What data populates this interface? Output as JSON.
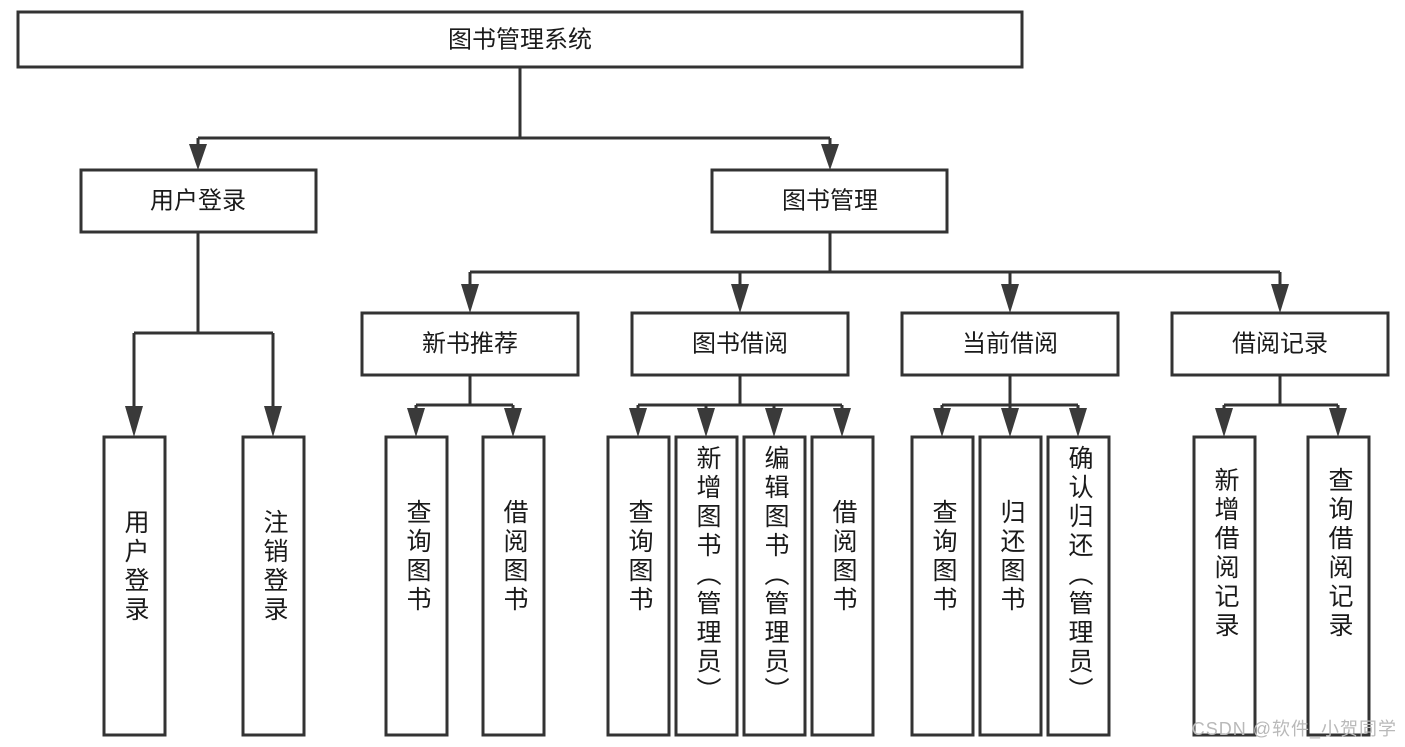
{
  "diagram": {
    "type": "tree",
    "title": "图书管理系统",
    "watermark": "CSDN @软件_小贺同学",
    "colors": {
      "box_stroke": "#333333",
      "box_fill": "#ffffff",
      "line": "#333333",
      "text": "#1a1a1a",
      "watermark": "#b9b9b9"
    },
    "levels": {
      "root": {
        "label": "图书管理系统"
      },
      "level2": [
        {
          "label": "用户登录"
        },
        {
          "label": "图书管理"
        }
      ],
      "level3": [
        {
          "label": "新书推荐"
        },
        {
          "label": "图书借阅"
        },
        {
          "label": "当前借阅"
        },
        {
          "label": "借阅记录"
        }
      ]
    },
    "leaves": {
      "user_login": [
        {
          "label": "用户登录"
        },
        {
          "label": "注销登录"
        }
      ],
      "new_book": [
        {
          "label": "查询图书"
        },
        {
          "label": "借阅图书"
        }
      ],
      "book_borrow": [
        {
          "label": "查询图书"
        },
        {
          "label": "新增图书（管理员）"
        },
        {
          "label": "编辑图书（管理员）"
        },
        {
          "label": "借阅图书"
        }
      ],
      "current_borrow": [
        {
          "label": "查询图书"
        },
        {
          "label": "归还图书"
        },
        {
          "label": "确认归还（管理员）"
        }
      ],
      "borrow_record": [
        {
          "label": "新增借阅记录"
        },
        {
          "label": "查询借阅记录"
        }
      ]
    }
  }
}
